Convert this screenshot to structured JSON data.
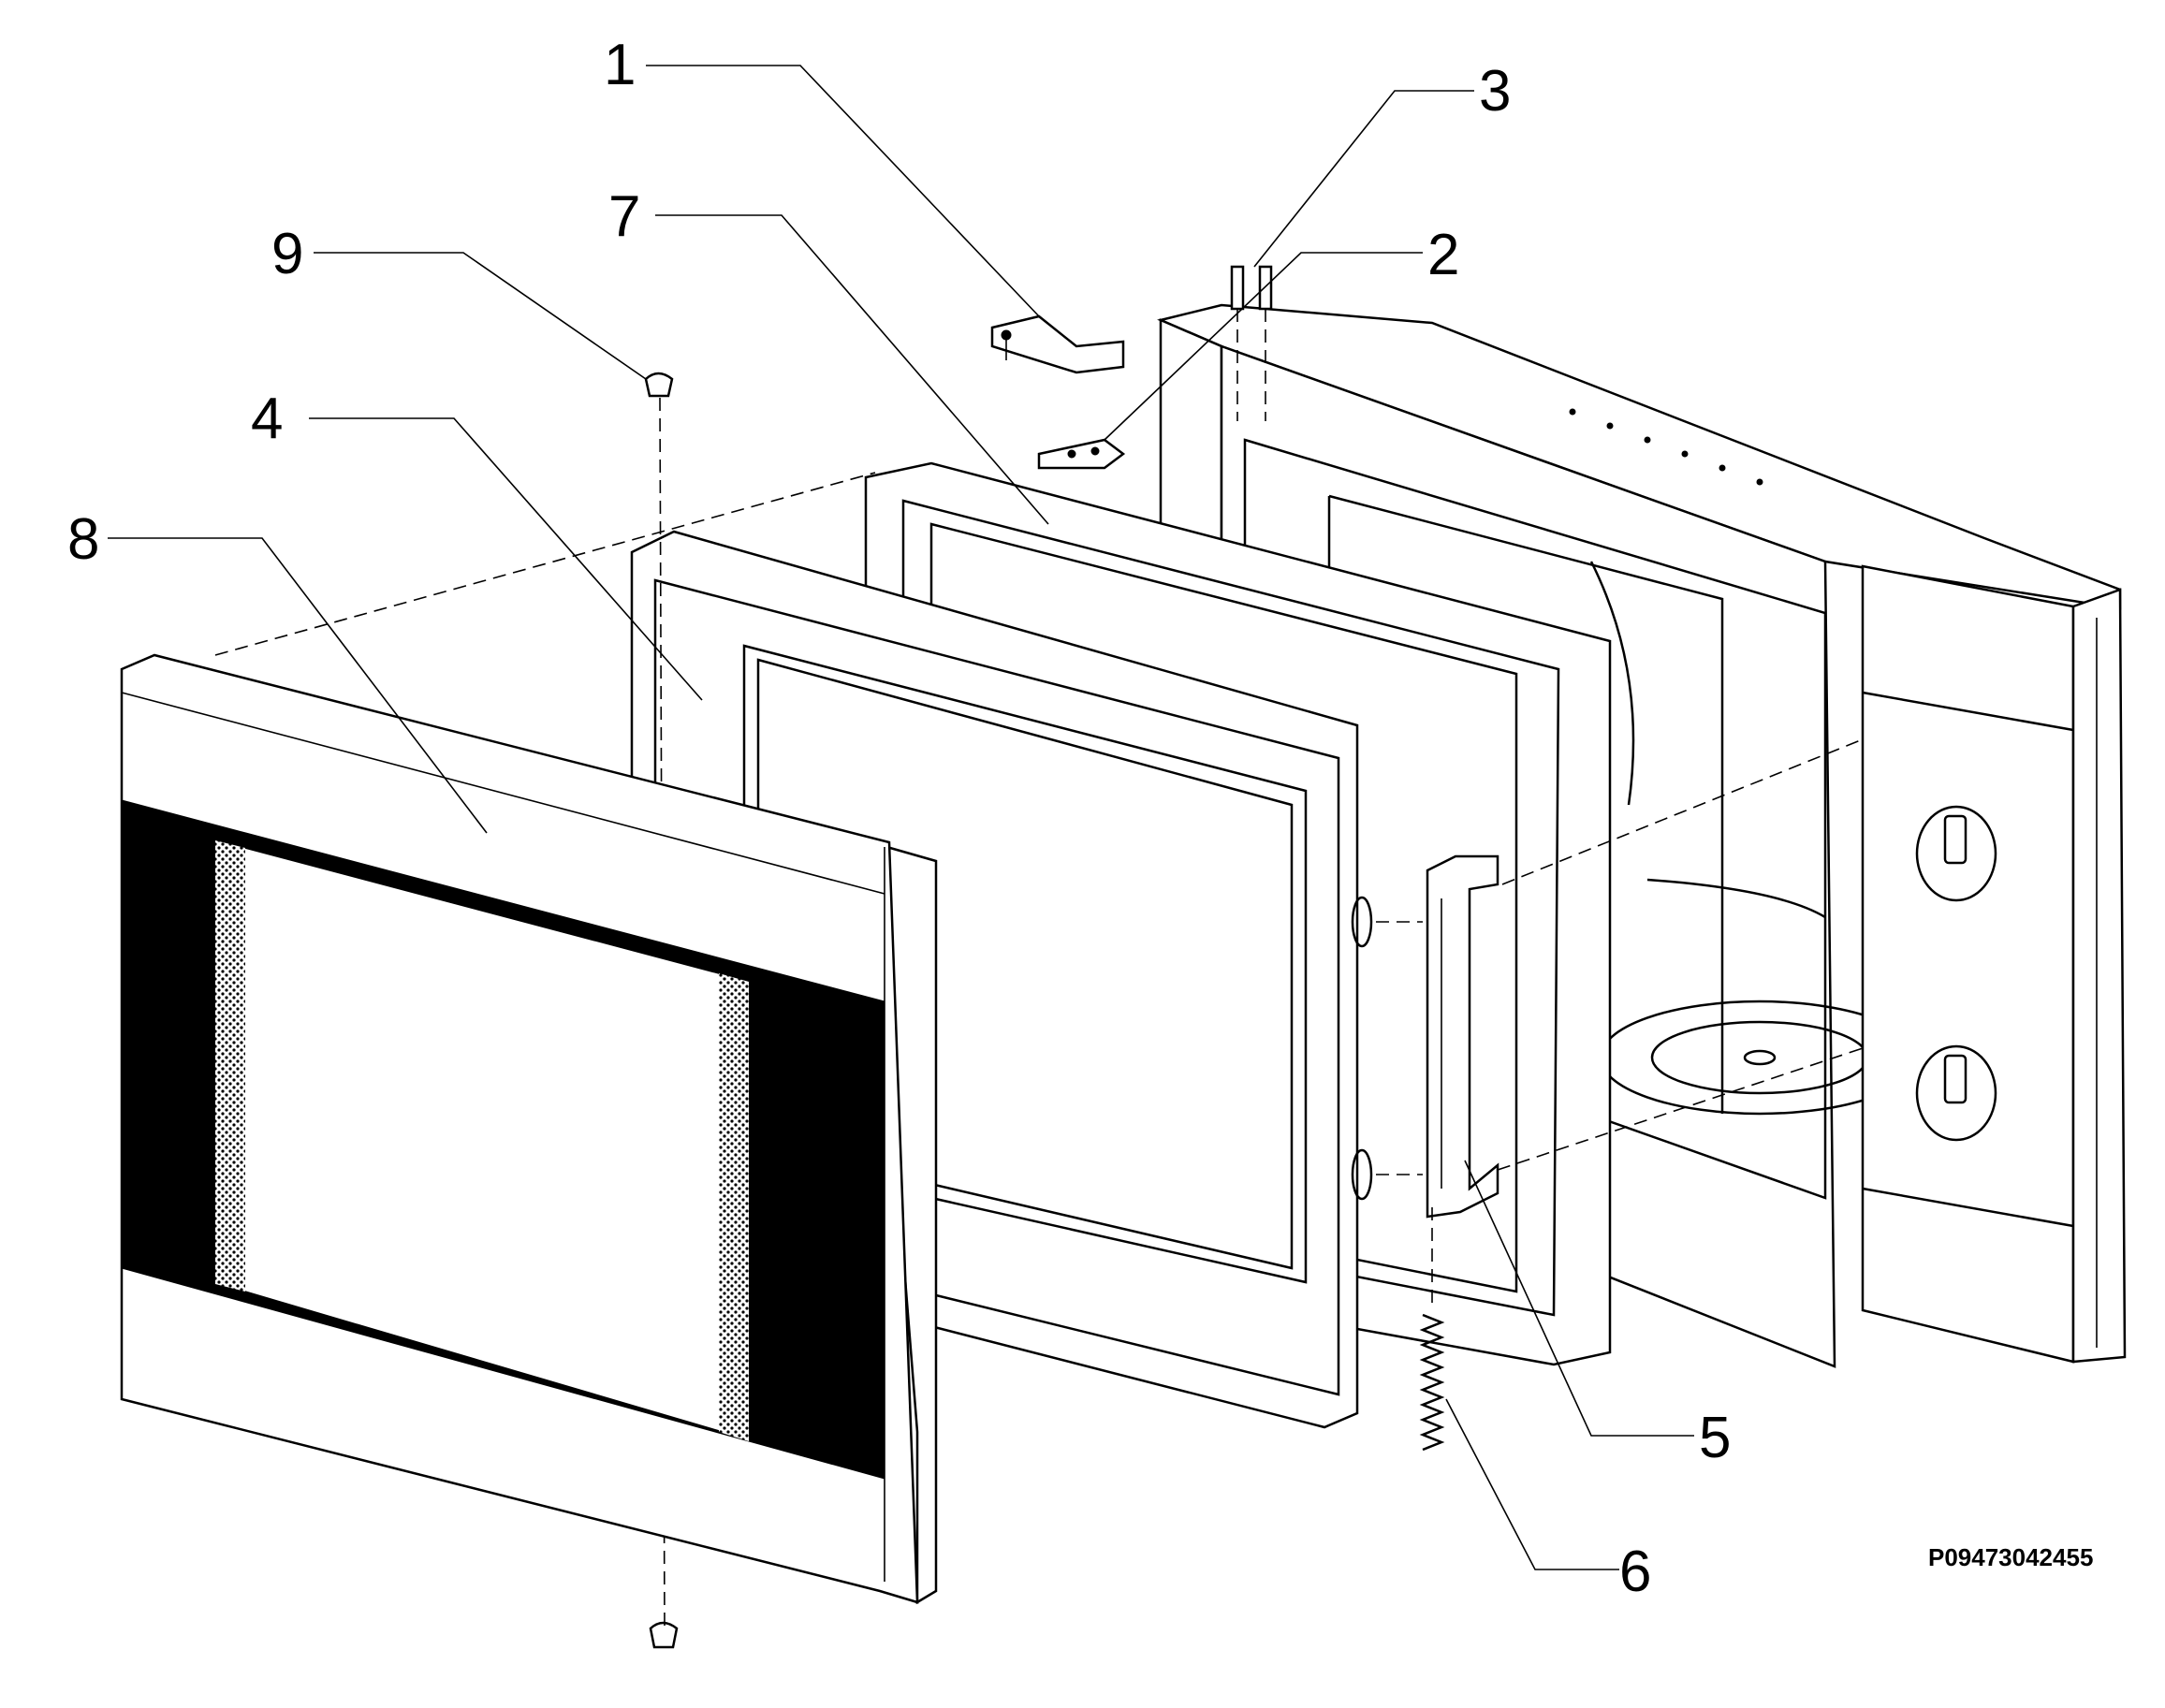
{
  "callouts": [
    {
      "id": "1",
      "label": "1"
    },
    {
      "id": "2",
      "label": "2"
    },
    {
      "id": "3",
      "label": "3"
    },
    {
      "id": "4",
      "label": "4"
    },
    {
      "id": "5",
      "label": "5"
    },
    {
      "id": "6",
      "label": "6"
    },
    {
      "id": "7",
      "label": "7"
    },
    {
      "id": "8",
      "label": "8"
    },
    {
      "id": "9",
      "label": "9"
    }
  ],
  "part_code": "P09473042455"
}
